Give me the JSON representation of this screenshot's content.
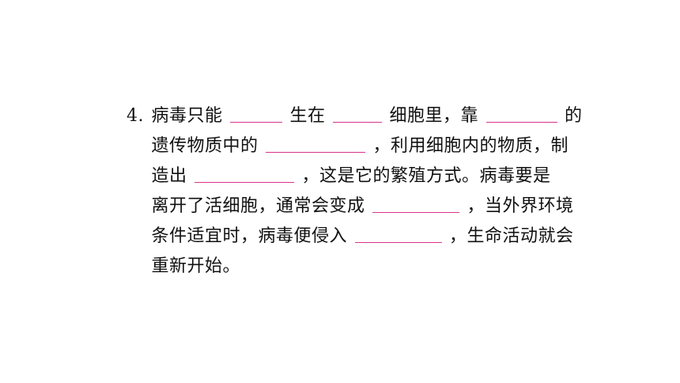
{
  "question": {
    "number": "4.",
    "lines": [
      {
        "segments": [
          {
            "t": "病毒只能"
          },
          {
            "blank": true,
            "w": 66
          },
          {
            "t": "生在"
          },
          {
            "blank": true,
            "w": 62
          },
          {
            "t": "细胞里，靠"
          },
          {
            "blank": true,
            "w": 90
          },
          {
            "t": "的"
          }
        ]
      },
      {
        "segments": [
          {
            "t": "遗传物质中的"
          },
          {
            "blank": true,
            "w": 126
          },
          {
            "t": "，利用细胞内的物质，制"
          }
        ]
      },
      {
        "segments": [
          {
            "t": "造出"
          },
          {
            "blank": true,
            "w": 126
          },
          {
            "t": "，这是它的繁殖方式。病毒要是"
          }
        ]
      },
      {
        "segments": [
          {
            "t": "离开了活细胞，通常会变成"
          },
          {
            "blank": true,
            "w": 110
          },
          {
            "t": "，当外界环境"
          }
        ]
      },
      {
        "segments": [
          {
            "t": "条件适宜时，病毒便侵入"
          },
          {
            "blank": true,
            "w": 110
          },
          {
            "t": "，生命活动就会"
          }
        ]
      },
      {
        "segments": [
          {
            "t": "重新开始。"
          }
        ]
      }
    ]
  }
}
